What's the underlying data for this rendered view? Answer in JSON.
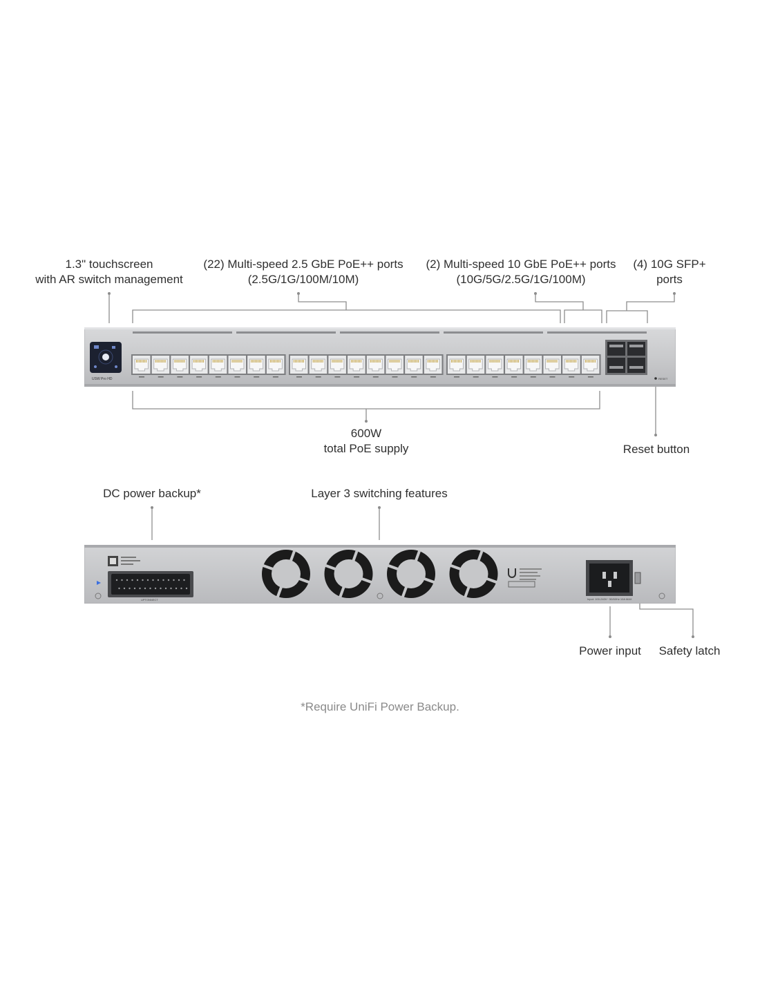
{
  "front_callouts": {
    "touchscreen": {
      "line1": "1.3\" touchscreen",
      "line2": "with AR switch management"
    },
    "ports_2_5g": {
      "line1": "(22) Multi-speed 2.5 GbE PoE++ ports",
      "line2": "(2.5G/1G/100M/10M)"
    },
    "ports_10g": {
      "line1": "(2) Multi-speed 10 GbE PoE++ ports",
      "line2": "(10G/5G/2.5G/1G/100M)"
    },
    "sfp": {
      "line1": "(4) 10G SFP+",
      "line2": "ports"
    },
    "poe_supply": {
      "line1": "600W",
      "line2": "total PoE supply"
    },
    "reset": {
      "line1": "Reset button"
    }
  },
  "rear_callouts": {
    "dc_backup": {
      "line1": "DC power backup*"
    },
    "layer3": {
      "line1": "Layer 3 switching features"
    },
    "power_input": {
      "line1": "Power input"
    },
    "safety_latch": {
      "line1": "Safety latch"
    }
  },
  "footnote": "*Require UniFi Power Backup.",
  "device": {
    "model_label": "USW Pro HD",
    "reset_label": "RESET",
    "rear_connector_label": "UPTONNECT",
    "rear_power_label": "Input: 100-240V~ 50/60Hz 10A MAX",
    "rj45_port_count": 24,
    "sfp_port_count": 4,
    "fan_count": 4
  },
  "colors": {
    "chassis": "#c9cacc",
    "chassis_edge": "#a9aaad",
    "line": "#8d8d8d",
    "screen": "#1c2130",
    "port_face": "#e9eaeb",
    "fan": "#1b1b1b"
  }
}
